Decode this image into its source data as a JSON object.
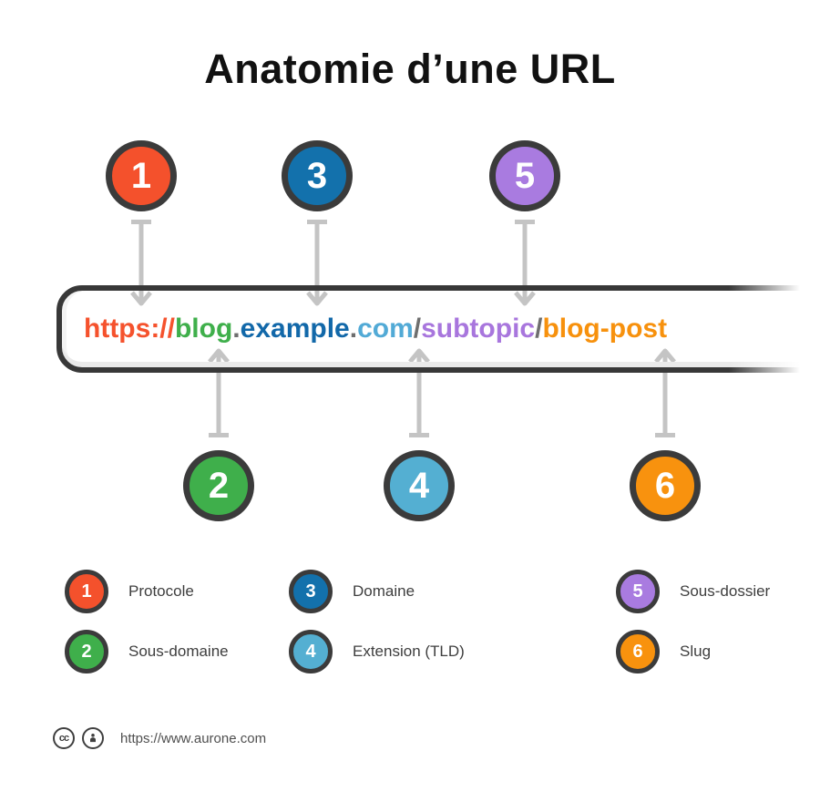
{
  "title": "Anatomie d’une URL",
  "url_bar": {
    "segments": [
      {
        "part": "protocol",
        "text": "https://",
        "color": "#F5522D"
      },
      {
        "part": "subdomain",
        "text": "blog",
        "color": "#3FAF4B"
      },
      {
        "part": "separator",
        "text": ".",
        "color": "#6E6E6E"
      },
      {
        "part": "domain",
        "text": "example",
        "color": "#1268A9"
      },
      {
        "part": "separator",
        "text": ".",
        "color": "#6E6E6E"
      },
      {
        "part": "tld",
        "text": "com",
        "color": "#52AAD6"
      },
      {
        "part": "separator",
        "text": "/",
        "color": "#6E6E6E"
      },
      {
        "part": "subfolder",
        "text": "subtopic",
        "color": "#A876DD"
      },
      {
        "part": "separator",
        "text": "/",
        "color": "#6E6E6E"
      },
      {
        "part": "slug",
        "text": "blog-post",
        "color": "#F7910D"
      }
    ]
  },
  "markers": {
    "top": [
      {
        "number": "1",
        "color": "#F4512C"
      },
      {
        "number": "3",
        "color": "#1371AC"
      },
      {
        "number": "5",
        "color": "#A97BE0"
      }
    ],
    "bottom": [
      {
        "number": "2",
        "color": "#3FAF4B"
      },
      {
        "number": "4",
        "color": "#54AFD2"
      },
      {
        "number": "6",
        "color": "#F8920E"
      }
    ]
  },
  "legend": {
    "items": [
      {
        "number": "1",
        "label": "Protocole",
        "color": "#F4512C"
      },
      {
        "number": "2",
        "label": "Sous-domaine",
        "color": "#3FAF4B"
      },
      {
        "number": "3",
        "label": "Domaine",
        "color": "#1371AC"
      },
      {
        "number": "4",
        "label": "Extension (TLD)",
        "color": "#54AFD2"
      },
      {
        "number": "5",
        "label": "Sous-dossier",
        "color": "#A97BE0"
      },
      {
        "number": "6",
        "label": "Slug",
        "color": "#F8920E"
      }
    ]
  },
  "footer": {
    "cc_glyph": "cc",
    "license_icons": [
      "creative-commons-icon",
      "attribution-icon"
    ],
    "link": "https://www.aurone.com"
  },
  "style": {
    "arrow_color": "#C4C4C4",
    "outline_color": "#383838"
  }
}
